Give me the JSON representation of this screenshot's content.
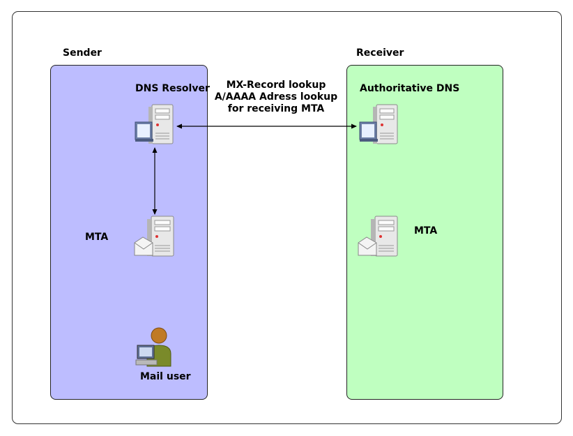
{
  "colors": {
    "sender_zone": "#bdbdff",
    "receiver_zone": "#bfffc0",
    "server_body": "#e9e9e9",
    "server_shade": "#a9a9a9",
    "person": "#7a8a2a",
    "person_head": "#c07a25"
  },
  "sender": {
    "title": "Sender",
    "dns_resolver_label": "DNS Resolver",
    "mta_label": "MTA",
    "mail_user_label": "Mail user"
  },
  "receiver": {
    "title": "Receiver",
    "authoritative_dns_label": "Authoritative DNS",
    "mta_label": "MTA"
  },
  "lookup": {
    "line1": "MX-Record lookup",
    "line2": "A/AAAA Adress lookup",
    "line3": "for receiving MTA"
  },
  "icons": {
    "dns_resolver": "dns-server-icon",
    "sender_mta": "mail-server-icon",
    "mail_user": "user-workstation-icon",
    "authoritative_dns": "dns-server-icon",
    "receiver_mta": "mail-server-icon"
  }
}
